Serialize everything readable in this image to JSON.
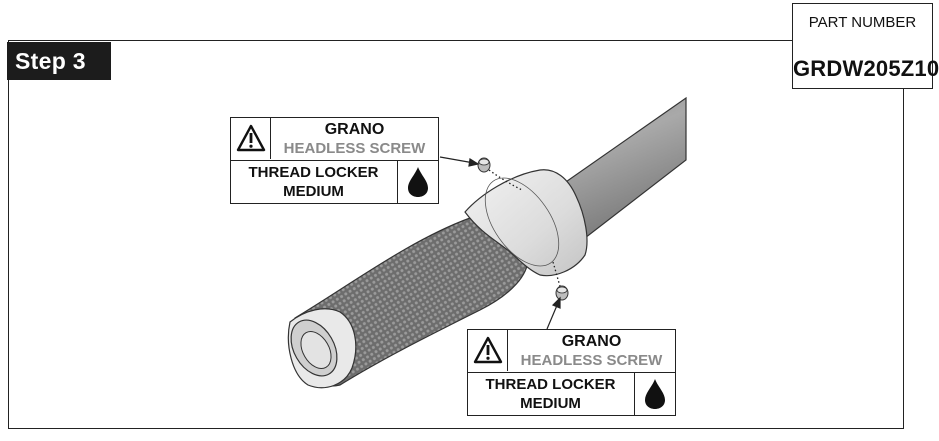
{
  "step": {
    "label": "Step 3"
  },
  "part": {
    "label": "PART NUMBER",
    "number": "GRDW205Z10"
  },
  "callouts": [
    {
      "title": "GRANO",
      "subtitle": "HEADLESS SCREW",
      "locker_line1": "THREAD LOCKER",
      "locker_line2": "MEDIUM",
      "icons": [
        "warning-triangle-icon",
        "oil-drop-icon"
      ]
    },
    {
      "title": "GRANO",
      "subtitle": "HEADLESS SCREW",
      "locker_line1": "THREAD LOCKER",
      "locker_line2": "MEDIUM",
      "icons": [
        "warning-triangle-icon",
        "oil-drop-icon"
      ]
    }
  ],
  "colors": {
    "frame": "#222222",
    "badge": "#1c1c1c",
    "subtitle_gray": "#8a8a8a"
  }
}
